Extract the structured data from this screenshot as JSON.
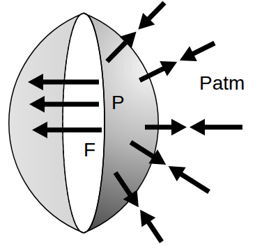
{
  "diagram": {
    "labels": [
      "P",
      "Patm",
      "F"
    ]
  }
}
